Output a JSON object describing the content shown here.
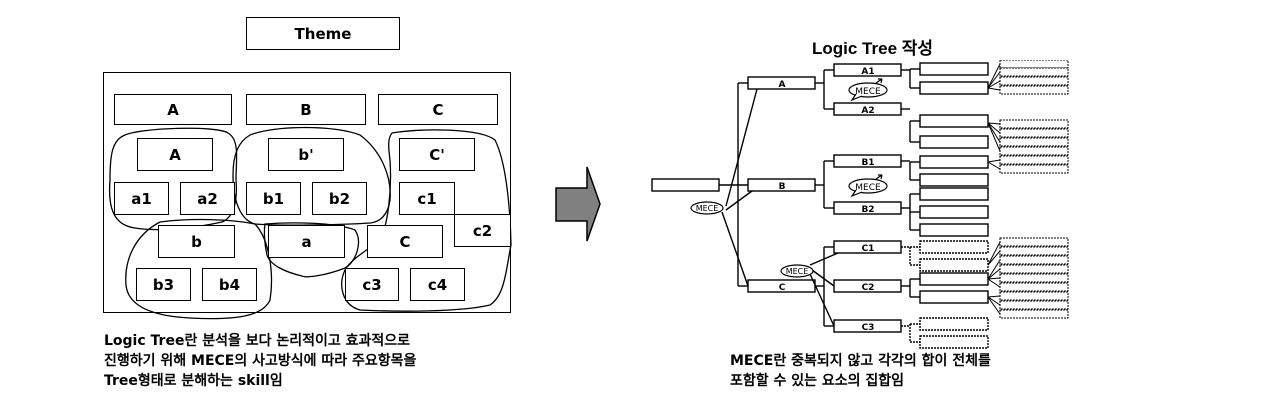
{
  "left_panel": {
    "theme_label": "Theme",
    "top_row": [
      "A",
      "B",
      "C"
    ],
    "groups": [
      {
        "header": "A",
        "items": [
          "a1",
          "a2"
        ]
      },
      {
        "header": "b'",
        "items": [
          "b1",
          "b2"
        ]
      },
      {
        "header": "C'",
        "items": [
          "c1",
          "c2"
        ]
      },
      {
        "header": "b",
        "items": [
          "b3",
          "b4"
        ]
      },
      {
        "header": "a",
        "items": []
      },
      {
        "header": "C",
        "items": [
          "c3",
          "c4"
        ]
      }
    ],
    "caption_lines": [
      "Logic Tree란 분석을 보다 논리적이고 효과적으로",
      "진행하기 위해 MECE의 사고방식에 따라 주요항목을",
      "Tree형태로 분해하는 skill임"
    ]
  },
  "arrow": {
    "icon": "right-arrow-icon",
    "color": "#808080"
  },
  "right_panel": {
    "title": "Logic Tree 작성",
    "mece_label": "MECE",
    "level1": [
      "A",
      "B",
      "C"
    ],
    "level2": [
      "A1",
      "A2",
      "B1",
      "B2",
      "C1",
      "C2",
      "C3"
    ],
    "caption_lines": [
      "MECE란 중복되지 않고 각각의 합이 전체를",
      "포함할 수 있는 요소의 집합임"
    ]
  }
}
